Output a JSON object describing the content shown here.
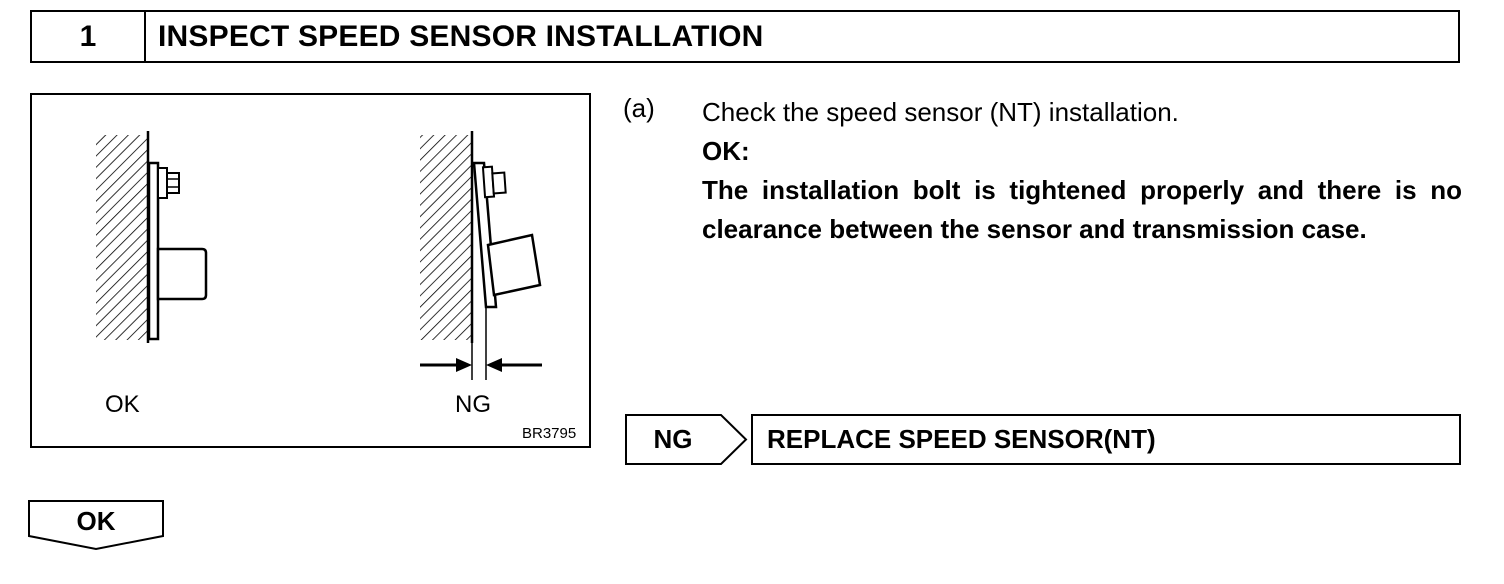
{
  "header": {
    "step_number": "1",
    "title": "INSPECT SPEED SENSOR INSTALLATION"
  },
  "figure": {
    "label_ok": "OK",
    "label_ng": "NG",
    "code": "BR3795"
  },
  "instruction": {
    "letter": "(a)",
    "text": "Check the speed sensor (NT) installation.",
    "ok_label": "OK:",
    "ok_text": "The installation bolt is tightened properly and there is no clearance between the sensor and transmission case."
  },
  "ng_result": {
    "label": "NG",
    "action": "REPLACE SPEED SENSOR(NT)"
  },
  "ok_result": {
    "label": "OK"
  }
}
